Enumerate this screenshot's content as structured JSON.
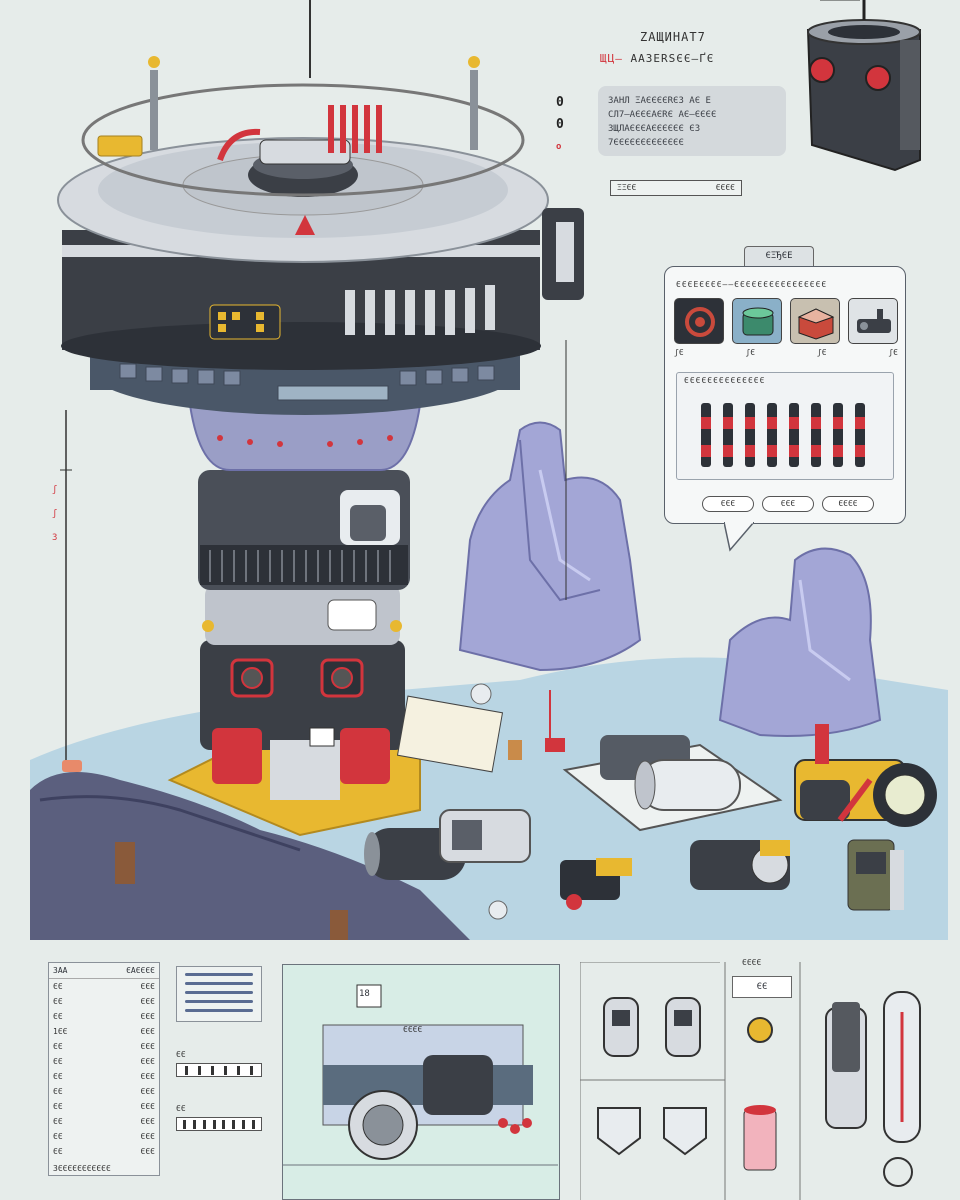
{
  "header": {
    "title": "ZAЩИНAT7",
    "subtitle_prefix": "ЩЦ—",
    "subtitle": "AAЗERSЄЄ—ҐЄ"
  },
  "info_box": {
    "lines": [
      "ЗAHЛ ΞAЄЄЄЄRЄЗ AЄ E",
      "CЛ7—AЄЄЄAЄRЄ AЄ—ЄЄЄЄ",
      "ЗЩЛAЄЄЄAЄЄЄЄЄЄ ЄЗ",
      "7ЄЄЄЄЄЄЄЄЄЄЄЄЄ"
    ]
  },
  "counter": {
    "digits": [
      "0",
      "0"
    ],
    "marker": "o"
  },
  "status_button": {
    "left": "ΞΞЄЄ",
    "right": "ЄЄЄЄ"
  },
  "side_markers": [
    "ʃ",
    "ʃ",
    "3"
  ],
  "popup": {
    "tab": "ЄΞЂЄE",
    "heading": "ЄЄЄEЄЄЄЄ——ЄЄЄЄЄЄЄЄЄЄЄЄЄЄЄЄ",
    "tiles": [
      {
        "label": "ʃЄ",
        "icon": "gear-icon",
        "color": "#c94a3c"
      },
      {
        "label": "ʃЄ",
        "icon": "machine-icon",
        "color": "#3c8a6c"
      },
      {
        "label": "ʃЄ",
        "icon": "crate-icon",
        "color": "#c94a3c"
      },
      {
        "label": "ʃЄ",
        "icon": "tool-icon",
        "color": "#3b3f46"
      }
    ],
    "sub_heading": "ЄЄЄЄЄЄЄЄЄЄЄЄЄЄ",
    "buttons": [
      "ЄЄЄ",
      "ЄЄЄ",
      "ЄЄЄЄ"
    ]
  },
  "panels": {
    "list": {
      "head": [
        "ЗAA",
        "ЄAЄЄЄЄ"
      ],
      "rows": [
        [
          "ЄЄ",
          "ЄЄЄ"
        ],
        [
          "ЄЄ",
          "ЄЄЄ"
        ],
        [
          "ЄЄ",
          "ЄЄЄ"
        ],
        [
          "1ЄЄ",
          "ЄЄЄ"
        ],
        [
          "ЄЄ",
          "ЄЄЄ"
        ],
        [
          "ЄЄ",
          "ЄЄЄ"
        ],
        [
          "ЄЄ",
          "ЄЄЄ"
        ],
        [
          "ЄЄ",
          "ЄЄЄ"
        ],
        [
          "ЄЄ",
          "ЄЄЄ"
        ],
        [
          "ЄЄ",
          "ЄЄЄ"
        ],
        [
          "ЄЄ",
          "ЄЄЄ"
        ],
        [
          "ЄЄ",
          "ЄЄЄ"
        ]
      ],
      "foot": "ЗЄЄЄЄЄЄЄЄЄЄЄ"
    },
    "slider_a": {
      "label": "ЄЄ"
    },
    "slider_b": {
      "label": "ЄЄ"
    },
    "center": {
      "badge": "18",
      "label": "ЄЄЄЄ"
    },
    "right": {
      "top": "ЄЄЄЄ",
      "label": "ЄЄ"
    }
  },
  "colors": {
    "background": "#e6ecea",
    "accent_red": "#d2353d",
    "accent_yellow": "#e8b830",
    "tower_dark": "#3b3f46",
    "tower_light": "#d7dbe0",
    "rock": "#a3a6d6",
    "ground": "#b9d5e3"
  }
}
